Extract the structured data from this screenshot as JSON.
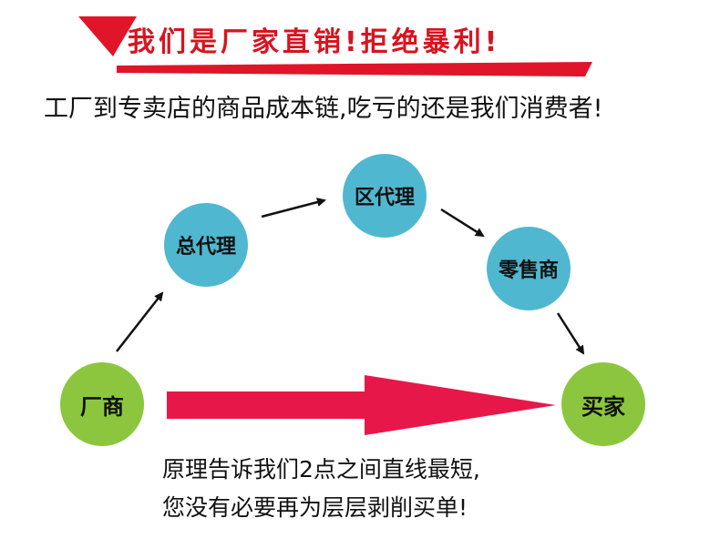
{
  "headline": "我们是厂家直销!拒绝暴利!",
  "subtitle": "工厂到专卖店的商品成本链,吃亏的还是我们消费者!",
  "nodes": {
    "factory": "厂商",
    "general_agent": "总代理",
    "regional_agent": "区代理",
    "retailer": "零售商",
    "buyer": "买家"
  },
  "notes": {
    "line1": "原理告诉我们2点之间直线最短,",
    "line2": "您没有必要再为层层剥削买单!"
  },
  "colors": {
    "headline": "#d8141f",
    "accent_red": "#e8174a",
    "node_blue": "#4fb8d0",
    "node_green": "#8cc63f",
    "text": "#111111"
  }
}
